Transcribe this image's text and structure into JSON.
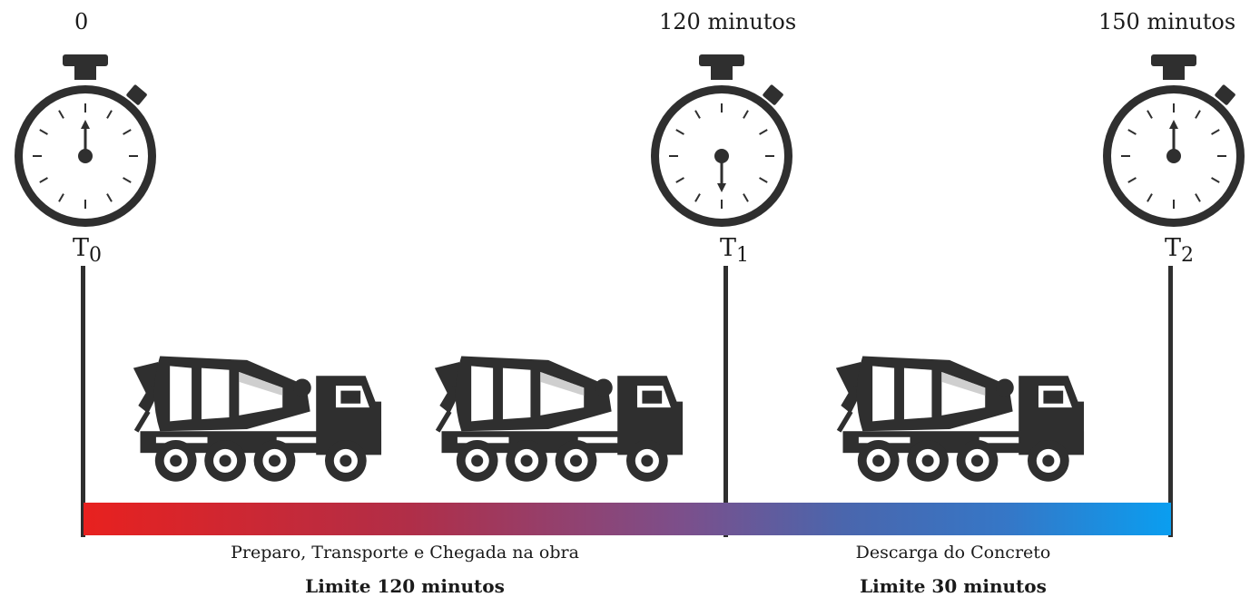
{
  "milestones": [
    {
      "time": "0",
      "label": "T",
      "sub": "0",
      "hand": "up"
    },
    {
      "time": "120 minutos",
      "label": "T",
      "sub": "1",
      "hand": "down"
    },
    {
      "time": "150 minutos",
      "label": "T",
      "sub": "2",
      "hand": "up"
    }
  ],
  "phases": [
    {
      "description": "Preparo, Transporte e Chegada na obra",
      "limit": "Limite 120 minutos"
    },
    {
      "description": "Descarga do Concreto",
      "limit": "Limite 30 minutos"
    }
  ],
  "colors": {
    "bar_start": "#e8211f",
    "bar_mid": "#7c4f8b",
    "bar_end": "#0a9ef0",
    "ink": "#2f2f2f"
  },
  "icons": [
    "stopwatch-icon",
    "concrete-mixer-truck-icon"
  ]
}
